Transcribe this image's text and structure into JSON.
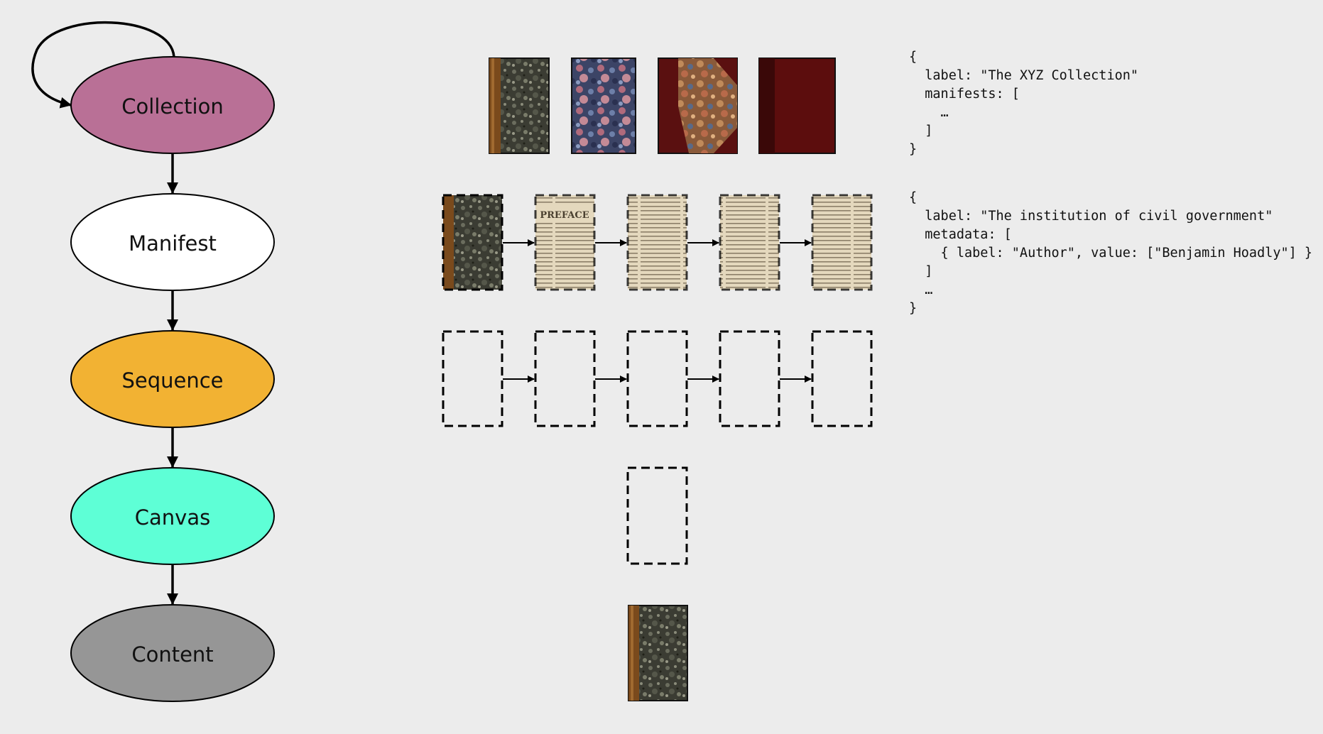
{
  "nodes": [
    {
      "id": "collection",
      "label": "Collection",
      "color": "#b97096"
    },
    {
      "id": "manifest",
      "label": "Manifest",
      "color": "#ffffff"
    },
    {
      "id": "sequence",
      "label": "Sequence",
      "color": "#f2b233"
    },
    {
      "id": "canvas",
      "label": "Canvas",
      "color": "#5effd6"
    },
    {
      "id": "content",
      "label": "Content",
      "color": "#969696"
    }
  ],
  "collection_json": {
    "open": "{",
    "label_line": "  label: \"The XYZ Collection\"",
    "manifests_line": "  manifests: [",
    "ellipsis_line": "    …",
    "close_bracket": "  ]",
    "close": "}"
  },
  "manifest_json": {
    "open": "{",
    "label_line": "  label: \"The institution of civil government\"",
    "metadata_line": "  metadata: [",
    "entry_line": "    { label: \"Author\", value: [\"Benjamin Hoadly\"] }",
    "close_bracket": "  ]",
    "ellipsis_line": "  …",
    "close": "}"
  },
  "page_thumbnails": [
    {
      "kind": "cover"
    },
    {
      "kind": "page",
      "heading": "PREFACE"
    },
    {
      "kind": "page",
      "heading": ""
    },
    {
      "kind": "page",
      "heading": ""
    },
    {
      "kind": "page",
      "heading": ""
    }
  ],
  "colors": {
    "background": "#ececec",
    "stroke": "#000000",
    "page_paper": "#e7dcc3",
    "cover_dark": "#3a3a30",
    "spine_brown": "#7a4a1c",
    "red_cover": "#5c0d0d"
  }
}
